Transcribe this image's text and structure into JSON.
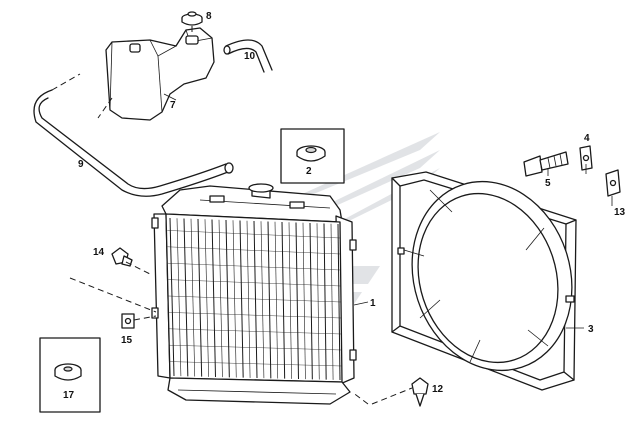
{
  "callouts": {
    "c1": "1",
    "c2": "2",
    "c3": "3",
    "c4": "4",
    "c5": "5",
    "c7": "7",
    "c8": "8",
    "c9": "9",
    "c10": "10",
    "c12": "12",
    "c13": "13",
    "c14": "14",
    "c15": "15",
    "c17": "17"
  },
  "parts": [
    {
      "ref": "1",
      "item": "radiator"
    },
    {
      "ref": "2",
      "item": "radiator cap"
    },
    {
      "ref": "3",
      "item": "fan shroud"
    },
    {
      "ref": "4",
      "item": "plate nut"
    },
    {
      "ref": "5",
      "item": "bolt"
    },
    {
      "ref": "7",
      "item": "expansion tank"
    },
    {
      "ref": "8",
      "item": "tank cap"
    },
    {
      "ref": "9",
      "item": "overflow hose"
    },
    {
      "ref": "10",
      "item": "hose"
    },
    {
      "ref": "12",
      "item": "screw"
    },
    {
      "ref": "13",
      "item": "plate nut"
    },
    {
      "ref": "14",
      "item": "bolt"
    },
    {
      "ref": "15",
      "item": "clip nut"
    },
    {
      "ref": "17",
      "item": "grommet"
    }
  ],
  "colors": {
    "line": "#1a1a1a",
    "watermark": "#c9ccd1",
    "background": "#ffffff"
  }
}
